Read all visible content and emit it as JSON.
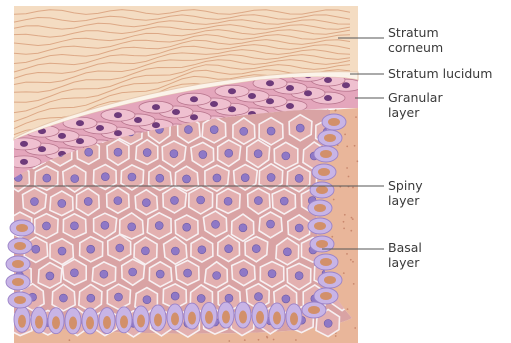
{
  "labels": {
    "stratum_corneum": "Stratum corneum",
    "stratum_lucidum": "Stratum lucidum",
    "granular_layer": "Granular layer",
    "spiny_layer": "Spiny layer",
    "basal_layer": "Basal layer"
  },
  "colors": {
    "corneum": "#f4dcc2",
    "lucidum": "#fbf3ea",
    "granular": "#e4a6bc",
    "granular_nucleus": "#6e3a7a",
    "spiny": "#d9a3a4",
    "spiny_nucleus": "#8f78c6",
    "basal_cell": "#c8b4e6",
    "basal_nucleus": "#d2906a",
    "dermis": "#e9b69a",
    "leader_line": "#555555"
  }
}
